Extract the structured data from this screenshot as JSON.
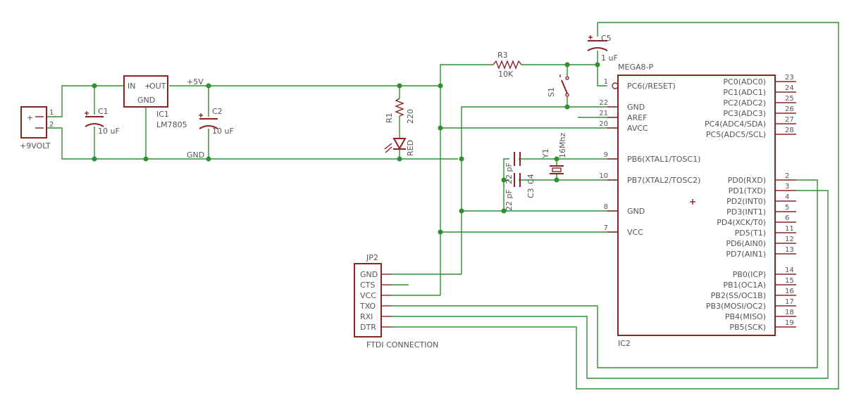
{
  "power_jack": {
    "name": "+9VOLT",
    "pin1": "1",
    "pin2": "2",
    "plus": "+"
  },
  "c1": {
    "name": "C1",
    "value": "10 uF"
  },
  "ic1": {
    "name": "IC1",
    "value": "LM7805",
    "in": "IN",
    "out": "OUT",
    "gnd": "GND"
  },
  "c2": {
    "name": "C2",
    "value": "10 uF"
  },
  "nets": {
    "p5v": "+5V",
    "gnd": "GND"
  },
  "r1": {
    "name": "R1",
    "value": "220"
  },
  "led": {
    "value": "RED"
  },
  "r3": {
    "name": "R3",
    "value": "10K"
  },
  "s1": {
    "name": "S1"
  },
  "c5": {
    "name": "C5",
    "value": "1 uF"
  },
  "y1": {
    "name": "Y1",
    "value": "16Mhz"
  },
  "c3": {
    "name": "C3",
    "value": "22 pF"
  },
  "c4": {
    "name": "C4",
    "value": "22 pF"
  },
  "ic2": {
    "value": "MEGA8-P",
    "name": "IC2",
    "left_pins": [
      {
        "num": "1",
        "label": "PC6(/RESET)"
      },
      {
        "num": "22",
        "label": "GND"
      },
      {
        "num": "21",
        "label": "AREF"
      },
      {
        "num": "20",
        "label": "AVCC"
      },
      {
        "num": "9",
        "label": "PB6(XTAL1/TOSC1)"
      },
      {
        "num": "10",
        "label": "PB7(XTAL2/TOSC2)"
      },
      {
        "num": "8",
        "label": "GND"
      },
      {
        "num": "7",
        "label": "VCC"
      }
    ],
    "right_pins": [
      {
        "num": "23",
        "label": "PC0(ADC0)"
      },
      {
        "num": "24",
        "label": "PC1(ADC1)"
      },
      {
        "num": "25",
        "label": "PC2(ADC2)"
      },
      {
        "num": "26",
        "label": "PC3(ADC3)"
      },
      {
        "num": "27",
        "label": "PC4(ADC4/SDA)"
      },
      {
        "num": "28",
        "label": "PC5(ADC5/SCL)"
      },
      {
        "num": "2",
        "label": "PD0(RXD)"
      },
      {
        "num": "3",
        "label": "PD1(TXD)"
      },
      {
        "num": "4",
        "label": "PD2(INT0)"
      },
      {
        "num": "5",
        "label": "PD3(INT1)"
      },
      {
        "num": "6",
        "label": "PD4(XCK/T0)"
      },
      {
        "num": "11",
        "label": "PD5(T1)"
      },
      {
        "num": "12",
        "label": "PD6(AIN0)"
      },
      {
        "num": "13",
        "label": "PD7(AIN1)"
      },
      {
        "num": "14",
        "label": "PB0(ICP)"
      },
      {
        "num": "15",
        "label": "PB1(OC1A)"
      },
      {
        "num": "16",
        "label": "PB2(SS/OC1B)"
      },
      {
        "num": "17",
        "label": "PB3(MOSI/OC2)"
      },
      {
        "num": "18",
        "label": "PB4(MISO)"
      },
      {
        "num": "19",
        "label": "PB5(SCK)"
      }
    ]
  },
  "jp2": {
    "name": "JP2",
    "value": "FTDI CONNECTION",
    "pins": [
      "GND",
      "CTS",
      "VCC",
      "TXO",
      "RXI",
      "DTR"
    ]
  }
}
